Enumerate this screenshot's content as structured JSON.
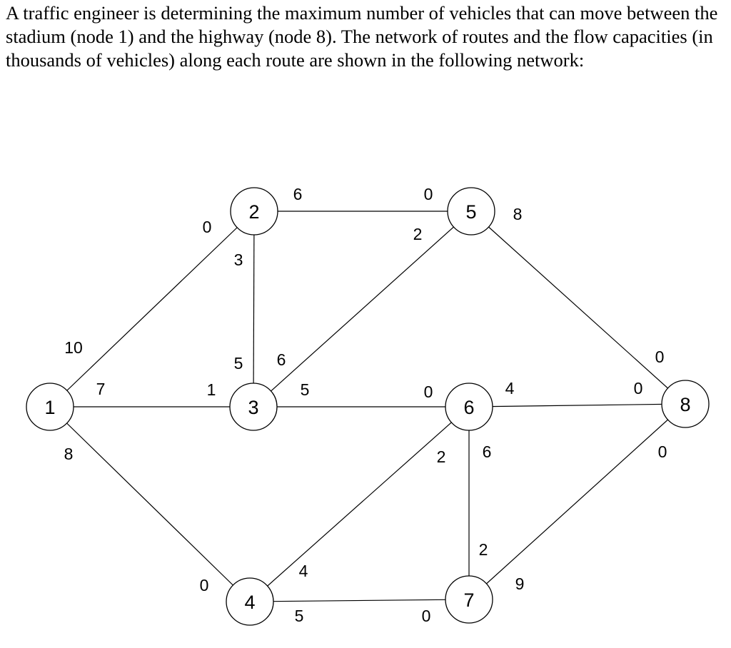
{
  "problem": {
    "text": "A traffic engineer is determining the maximum number of vehicles that can move between the stadium (node 1) and the highway (node 8).  The network of routes and the flow capacities (in thousands of vehicles) along each route are shown in the following network:"
  },
  "network": {
    "nodes": [
      {
        "id": "1",
        "label": "1"
      },
      {
        "id": "2",
        "label": "2"
      },
      {
        "id": "3",
        "label": "3"
      },
      {
        "id": "4",
        "label": "4"
      },
      {
        "id": "5",
        "label": "5"
      },
      {
        "id": "6",
        "label": "6"
      },
      {
        "id": "7",
        "label": "7"
      },
      {
        "id": "8",
        "label": "8"
      }
    ],
    "edges": [
      {
        "from": "1",
        "to": "2",
        "cap_from": "10",
        "cap_to": "0"
      },
      {
        "from": "1",
        "to": "3",
        "cap_from": "7",
        "cap_to": "1"
      },
      {
        "from": "1",
        "to": "4",
        "cap_from": "8",
        "cap_to": "0"
      },
      {
        "from": "2",
        "to": "3",
        "cap_from": "3",
        "cap_to": "5"
      },
      {
        "from": "2",
        "to": "5",
        "cap_from": "6",
        "cap_to": "0"
      },
      {
        "from": "3",
        "to": "5",
        "cap_from": "6",
        "cap_to": "2"
      },
      {
        "from": "3",
        "to": "6",
        "cap_from": "5",
        "cap_to": "0"
      },
      {
        "from": "4",
        "to": "6",
        "cap_from": "4",
        "cap_to": "2"
      },
      {
        "from": "4",
        "to": "7",
        "cap_from": "5",
        "cap_to": "0"
      },
      {
        "from": "5",
        "to": "8",
        "cap_from": "8",
        "cap_to": "0"
      },
      {
        "from": "6",
        "to": "7",
        "cap_from": "6",
        "cap_to": "2"
      },
      {
        "from": "6",
        "to": "8",
        "cap_from": "4",
        "cap_to": "0"
      },
      {
        "from": "7",
        "to": "8",
        "cap_from": "9",
        "cap_to": "0"
      }
    ]
  }
}
